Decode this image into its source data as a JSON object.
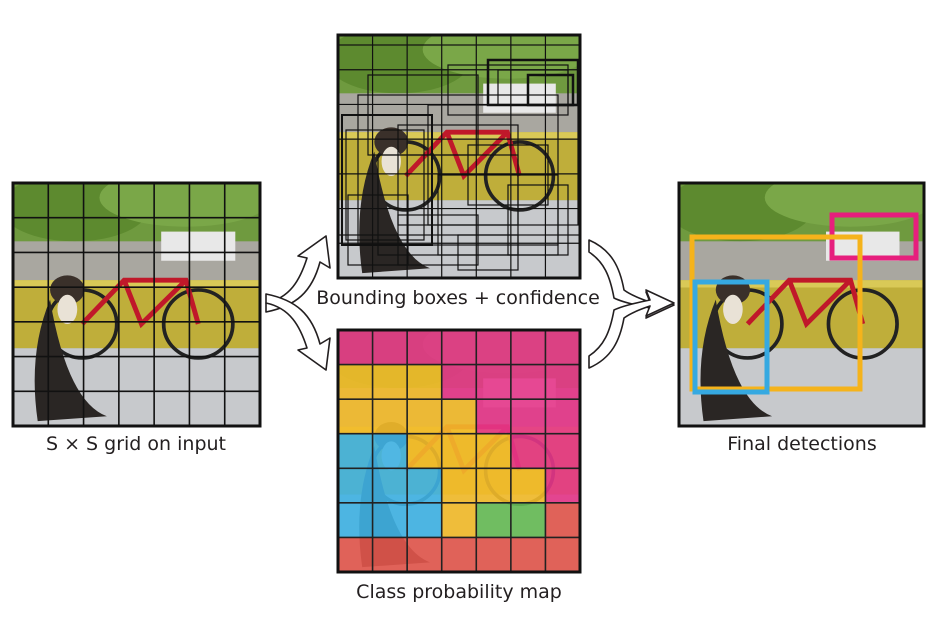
{
  "captions": {
    "input": "S × S grid on input",
    "boxes": "Bounding boxes + confidence",
    "classmap": "Class probability map",
    "final": "Final detections"
  },
  "grid_size": 7,
  "colors": {
    "pink": "#e5368a",
    "yellow": "#f3bb2a",
    "blue": "#3fb3e4",
    "green": "#66bb55",
    "red": "#e2574c",
    "frame": "#111111",
    "detection_pink": "#e61f7d",
    "detection_yellow": "#f5b31b",
    "detection_blue": "#36a9e1"
  },
  "class_map": [
    [
      "pink",
      "pink",
      "pink",
      "pink",
      "pink",
      "pink",
      "pink"
    ],
    [
      "yellow",
      "yellow",
      "yellow",
      "pink",
      "pink",
      "pink",
      "pink"
    ],
    [
      "yellow",
      "yellow",
      "yellow",
      "yellow",
      "pink",
      "pink",
      "pink"
    ],
    [
      "blue",
      "blue",
      "yellow",
      "yellow",
      "yellow",
      "pink",
      "pink"
    ],
    [
      "blue",
      "blue",
      "blue",
      "yellow",
      "yellow",
      "yellow",
      "pink"
    ],
    [
      "blue",
      "blue",
      "blue",
      "yellow",
      "green",
      "green",
      "red"
    ],
    [
      "red",
      "red",
      "red",
      "red",
      "red",
      "red",
      "red"
    ]
  ],
  "detections": [
    {
      "label_color": "detection_pink"
    },
    {
      "label_color": "detection_yellow"
    },
    {
      "label_color": "detection_blue"
    }
  ]
}
